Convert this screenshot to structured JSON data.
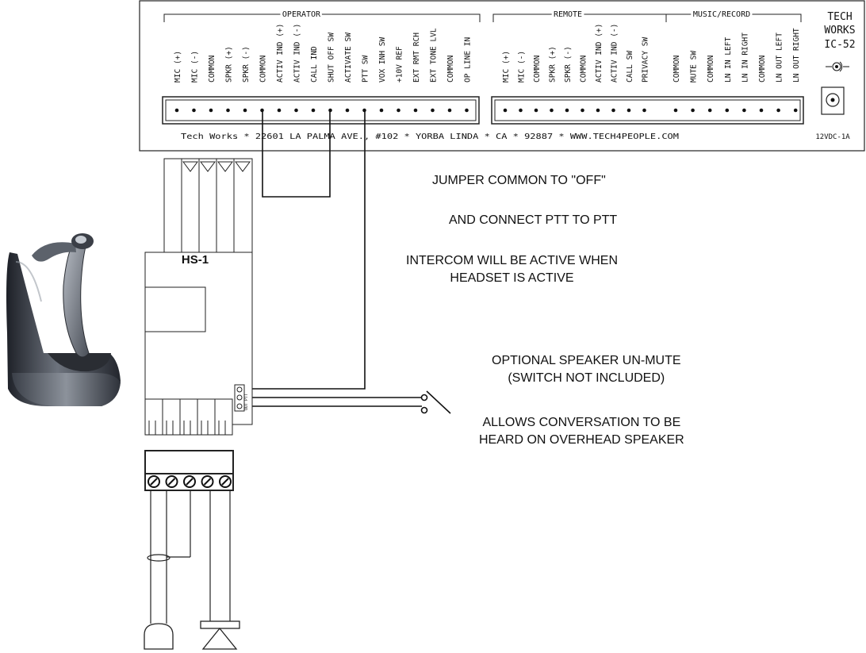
{
  "panel": {
    "groups": {
      "operator": "OPERATOR",
      "remote": "REMOTE",
      "music": "MUSIC/RECORD"
    },
    "brand": {
      "line1": "TECH",
      "line2": "WORKS",
      "model": "IC-52"
    },
    "power_label": "12VDC-1A",
    "address": "Tech Works * 22601 LA PALMA AVE., #102 * YORBA LINDA * CA * 92887 * WWW.TECH4PEOPLE.COM",
    "operator_terminals": [
      "MIC (+)",
      "MIC (-)",
      "COMMON",
      "SPKR (+)",
      "SPKR (-)",
      "COMMON",
      "ACTIV IND (+)",
      "ACTIV IND (-)",
      "CALL IND",
      "SHUT OFF SW",
      "ACTIVATE SW",
      "PTT SW",
      "VOX INH SW",
      "+10V REF",
      "EXT RMT RCH",
      "EXT TONE LVL",
      "COMMON",
      "OP LINE IN"
    ],
    "remote_terminals": [
      "MIC (+)",
      "MIC (-)",
      "COMMON",
      "SPKR (+)",
      "SPKR (-)",
      "COMMON",
      "ACTIV IND (+)",
      "ACTIV IND (-)",
      "CALL SW",
      "PRIVACY SW"
    ],
    "music_terminals": [
      "COMMON",
      "MUTE SW",
      "COMMON",
      "LN IN LEFT",
      "LN IN RIGHT",
      "COMMON",
      "LN OUT LEFT",
      "LN OUT RIGHT"
    ]
  },
  "module": {
    "label": "HS-1",
    "connector_label": "OUT PTT"
  },
  "notes": {
    "jumper": [
      "JUMPER COMMON TO \"OFF\"",
      "AND CONNECT PTT TO PTT",
      "INTERCOM WILL BE ACTIVE WHEN",
      "HEADSET IS ACTIVE"
    ],
    "speaker": [
      "OPTIONAL SPEAKER UN-MUTE",
      "(SWITCH NOT INCLUDED)",
      "ALLOWS CONVERSATION TO BE",
      "HEARD ON OVERHEAD SPEAKER"
    ]
  }
}
